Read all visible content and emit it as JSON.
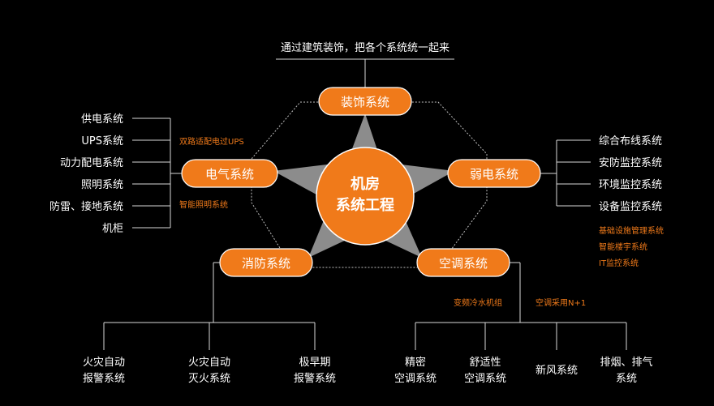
{
  "top_caption": "通过建筑装饰，把各个系统统一起来",
  "center": {
    "line1": "机房",
    "line2": "系统工程"
  },
  "nodes": {
    "decoration": "装饰系统",
    "electrical": "电气系统",
    "weak_current": "弱电系统",
    "fire": "消防系统",
    "hvac": "空调系统"
  },
  "electrical_items": [
    "供电系统",
    "UPS系统",
    "动力配电系统",
    "照明系统",
    "防雷、接地系统",
    "机柜"
  ],
  "electrical_notes": {
    "upper": "双路适配电过UPS",
    "lower": "智能照明系统"
  },
  "weak_items": [
    "综合布线系统",
    "安防监控系统",
    "环境监控系统",
    "设备监控系统"
  ],
  "weak_notes": [
    "基础设施管理系统",
    "智能楼宇系统",
    "IT监控系统"
  ],
  "fire_items": [
    {
      "line1": "火灾自动",
      "line2": "报警系统"
    },
    {
      "line1": "火灾自动",
      "line2": "灭火系统"
    },
    {
      "line1": "极早期",
      "line2": "报警系统"
    }
  ],
  "hvac_notes": {
    "left": "变频冷水机组",
    "right": "空调采用N+1"
  },
  "hvac_items": [
    {
      "line1": "精密",
      "line2": "空调系统"
    },
    {
      "line1": "舒适性",
      "line2": "空调系统"
    },
    {
      "line1": "新风系统",
      "line2": ""
    },
    {
      "line1": "排烟、排气",
      "line2": "系统"
    }
  ],
  "colors": {
    "accent": "#f07a1a",
    "star": "#8c8c8c",
    "background": "#000000",
    "text": "#ffffff"
  }
}
